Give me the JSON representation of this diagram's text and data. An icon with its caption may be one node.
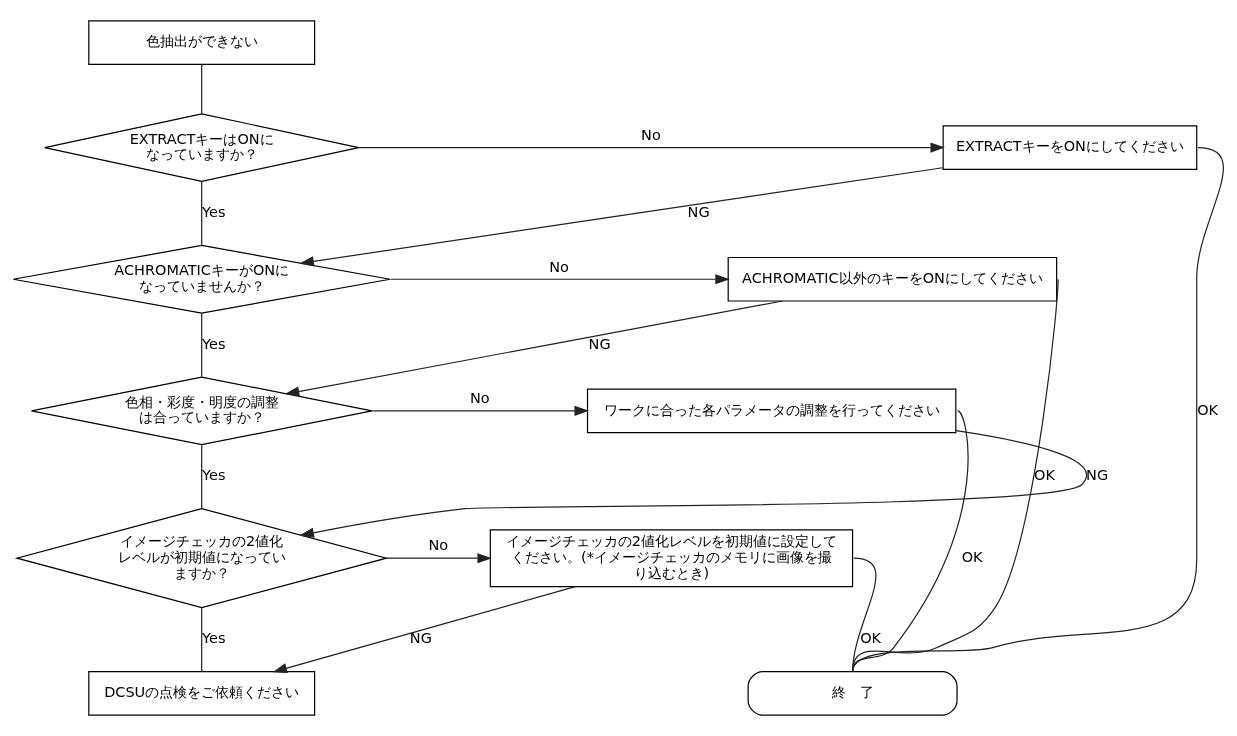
{
  "diagram": {
    "nodes": [
      {
        "text": [
          "色抽出ができない"
        ]
      },
      {
        "text": [
          "EXTRACTキーはONになっていますか？"
        ]
      },
      {
        "text": [
          "EXTRACTキーをONにしてください"
        ]
      },
      {
        "text": [
          "ACHROMATICキーがONになっていませんか？"
        ]
      },
      {
        "text": [
          "ACHROMATIC以外のキーをONにしてください"
        ]
      },
      {
        "text": [
          "色相・彩度・明度の調整は合っていますか？"
        ]
      },
      {
        "text": [
          "ワークに合った各パラメータの調整を行ってください"
        ]
      },
      {
        "text": [
          "イメージチェッカの2値化レベルが初期値になっていますか？"
        ]
      },
      {
        "text": [
          "イメージチェッカの2値化レベルを初期値に設定してください。(*イメージチェッカのメモリに画像を撮り込むとき)"
        ]
      },
      {
        "text": [
          "DCSUの点検をご依頼ください"
        ]
      },
      {
        "text": [
          "終　了"
        ]
      }
    ],
    "edges": [
      {
        "from": 0,
        "to": 1,
        "arrow": "none"
      },
      {
        "from": 1,
        "to": 2,
        "arrow": "to",
        "label": "No"
      },
      {
        "from": 1,
        "to": 3,
        "arrow": "none",
        "label": "Yes"
      },
      {
        "from": 2,
        "to": 3,
        "arrow": "to",
        "label": "NG"
      },
      {
        "from": 2,
        "to": 10,
        "arrow": "none",
        "label": "OK"
      },
      {
        "from": 3,
        "to": 4,
        "arrow": "to",
        "label": "No"
      },
      {
        "from": 3,
        "to": 5,
        "arrow": "none",
        "label": "Yes"
      },
      {
        "from": 4,
        "to": 5,
        "arrow": "to",
        "label": "NG"
      },
      {
        "from": 4,
        "to": 10,
        "arrow": "none",
        "label": "OK"
      },
      {
        "from": 5,
        "to": 6,
        "arrow": "to",
        "label": "No"
      },
      {
        "from": 5,
        "to": 7,
        "arrow": "none",
        "label": "Yes"
      },
      {
        "from": 6,
        "to": 7,
        "arrow": "to",
        "label": "NG"
      },
      {
        "from": 6,
        "to": 10,
        "arrow": "none",
        "label": "OK"
      },
      {
        "from": 7,
        "to": 8,
        "arrow": "to",
        "label": "No"
      },
      {
        "from": 7,
        "to": 9,
        "arrow": "none",
        "label": "Yes"
      },
      {
        "from": 8,
        "to": 9,
        "arrow": "to",
        "label": "NG"
      },
      {
        "from": 8,
        "to": 10,
        "arrow": "none",
        "label": "OK"
      }
    ]
  }
}
